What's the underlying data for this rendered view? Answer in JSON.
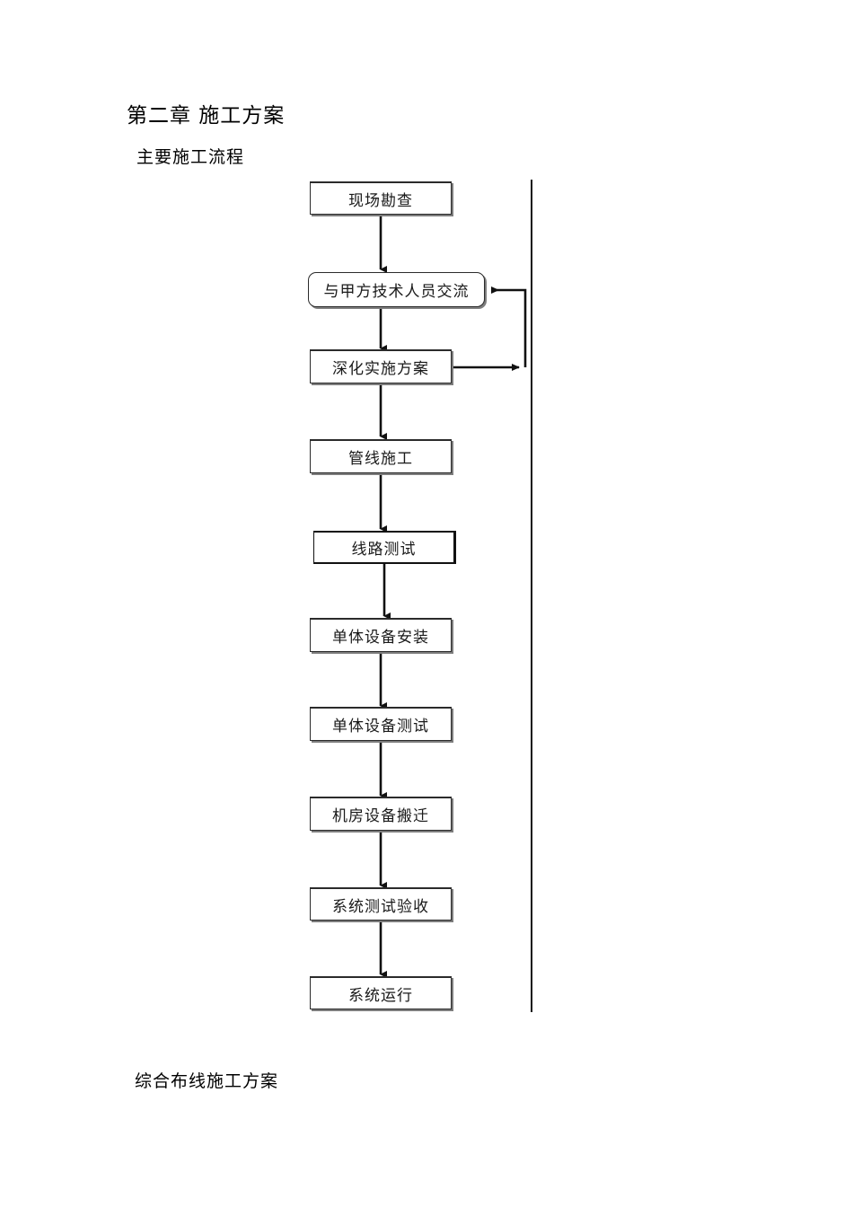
{
  "document": {
    "chapter_title": "第二章  施工方案",
    "section_subtitle": "主要施工流程",
    "footer_caption": "综合布线施工方案"
  },
  "flowchart": {
    "title": "主要施工流程",
    "type": "vertical-process-flow",
    "nodes": [
      {
        "id": "n1",
        "label": "现场勘查",
        "shape": "rect"
      },
      {
        "id": "n2",
        "label": "与甲方技术人员交流",
        "shape": "rounded-rect"
      },
      {
        "id": "n3",
        "label": "深化实施方案",
        "shape": "rect"
      },
      {
        "id": "n4",
        "label": "管线施工",
        "shape": "rect"
      },
      {
        "id": "n5",
        "label": "线路测试",
        "shape": "rect-heavy"
      },
      {
        "id": "n6",
        "label": "单体设备安装",
        "shape": "rect"
      },
      {
        "id": "n7",
        "label": "单体设备测试",
        "shape": "rect"
      },
      {
        "id": "n8",
        "label": "机房设备搬迁",
        "shape": "rect"
      },
      {
        "id": "n9",
        "label": "系统测试验收",
        "shape": "rect"
      },
      {
        "id": "n10",
        "label": "系统运行",
        "shape": "rect"
      }
    ],
    "edges": [
      {
        "from": "n1",
        "to": "n2",
        "kind": "down-arrow"
      },
      {
        "from": "n2",
        "to": "n3",
        "kind": "down-arrow"
      },
      {
        "from": "n3",
        "to": "n4",
        "kind": "down-arrow"
      },
      {
        "from": "n4",
        "to": "n5",
        "kind": "down-arrow"
      },
      {
        "from": "n5",
        "to": "n6",
        "kind": "down-arrow"
      },
      {
        "from": "n6",
        "to": "n7",
        "kind": "down-arrow"
      },
      {
        "from": "n7",
        "to": "n8",
        "kind": "down-arrow"
      },
      {
        "from": "n8",
        "to": "n9",
        "kind": "down-arrow"
      },
      {
        "from": "n9",
        "to": "n10",
        "kind": "down-arrow"
      },
      {
        "from": "n3",
        "to": "n2",
        "kind": "feedback-loop-right",
        "label": ""
      }
    ],
    "colors": {
      "line": "#111111",
      "box_border": "#2b2b2b",
      "box_shadow": "#7d7d7d",
      "background": "#ffffff",
      "text": "#1a1a1a"
    }
  }
}
